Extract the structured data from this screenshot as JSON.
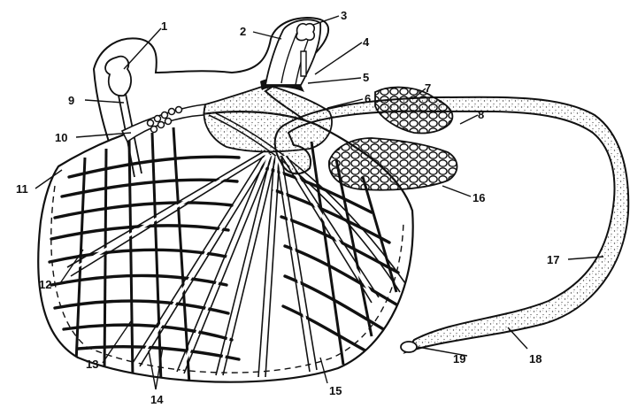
{
  "labels": [
    {
      "id": "l1",
      "text": "1"
    },
    {
      "id": "l2",
      "text": "2"
    },
    {
      "id": "l3",
      "text": "3"
    },
    {
      "id": "l4",
      "text": "4"
    },
    {
      "id": "l5",
      "text": "5"
    },
    {
      "id": "l6",
      "text": "6"
    },
    {
      "id": "l7",
      "text": "7"
    },
    {
      "id": "l8",
      "text": "8"
    },
    {
      "id": "l9",
      "text": "9"
    },
    {
      "id": "l10",
      "text": "10"
    },
    {
      "id": "l11",
      "text": "11"
    },
    {
      "id": "l12",
      "text": "12"
    },
    {
      "id": "l13",
      "text": "13"
    },
    {
      "id": "l14",
      "text": "14"
    },
    {
      "id": "l15",
      "text": "15"
    },
    {
      "id": "l16",
      "text": "16"
    },
    {
      "id": "l17",
      "text": "17"
    },
    {
      "id": "l18",
      "text": "18"
    },
    {
      "id": "l19",
      "text": "19"
    }
  ],
  "colors": {
    "ink": "#111111",
    "paper": "#ffffff",
    "stipple": "#444444"
  }
}
